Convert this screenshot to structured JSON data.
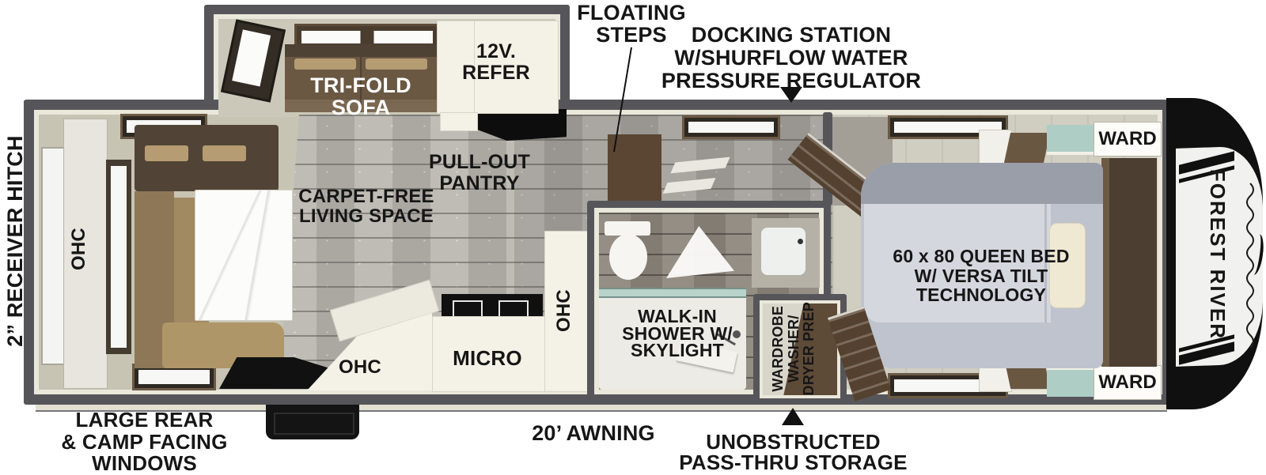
{
  "brand": "FOREST RIVER",
  "callouts": {
    "floating_steps": {
      "l1": "FLOATING",
      "l2": "STEPS"
    },
    "docking_station": {
      "l1": "DOCKING STATION",
      "l2": "W/SHURFLOW WATER",
      "l3": "PRESSURE REGULATOR"
    },
    "receiver_hitch": "2” RECEIVER HITCH",
    "rear_windows": {
      "l1": "LARGE REAR",
      "l2": "& CAMP FACING",
      "l3": "WINDOWS"
    },
    "awning": "20’ AWNING",
    "pass_thru": {
      "l1": "UNOBSTRUCTED",
      "l2": "PASS-THRU STORAGE"
    }
  },
  "rooms": {
    "sofa": {
      "l1": "TRI-FOLD",
      "l2": "SOFA"
    },
    "refer": {
      "l1": "12V.",
      "l2": "REFER"
    },
    "pantry": {
      "l1": "PULL-OUT",
      "l2": "PANTRY"
    },
    "living": {
      "l1": "CARPET-FREE",
      "l2": "LIVING SPACE"
    },
    "bed": {
      "l1": "60 x 80 QUEEN BED",
      "l2": "W/ VERSA TILT",
      "l3": "TECHNOLOGY"
    },
    "ward_top": "WARD",
    "ward_bottom": "WARD",
    "shower": {
      "l1": "WALK-IN",
      "l2": "SHOWER W/",
      "l3": "SKYLIGHT"
    },
    "wardrobe_prep": {
      "l1": "WARDROBE",
      "l2": "WASHER/",
      "l3": "DRYER PREP"
    },
    "ohc_rear": "OHC",
    "ohc_kitchen": "OHC",
    "ohc_pantry": "OHC",
    "micro": "MICRO"
  },
  "colors": {
    "wall": "#56565a",
    "lining": "#eae7db",
    "label_text": "#161616",
    "cap_black": "#101010",
    "teal_accent": "#aecdc4",
    "sofa_tan": "#a98f66",
    "sofa_brown": "#6a5843",
    "bed_gray": "#bfc3cd"
  }
}
